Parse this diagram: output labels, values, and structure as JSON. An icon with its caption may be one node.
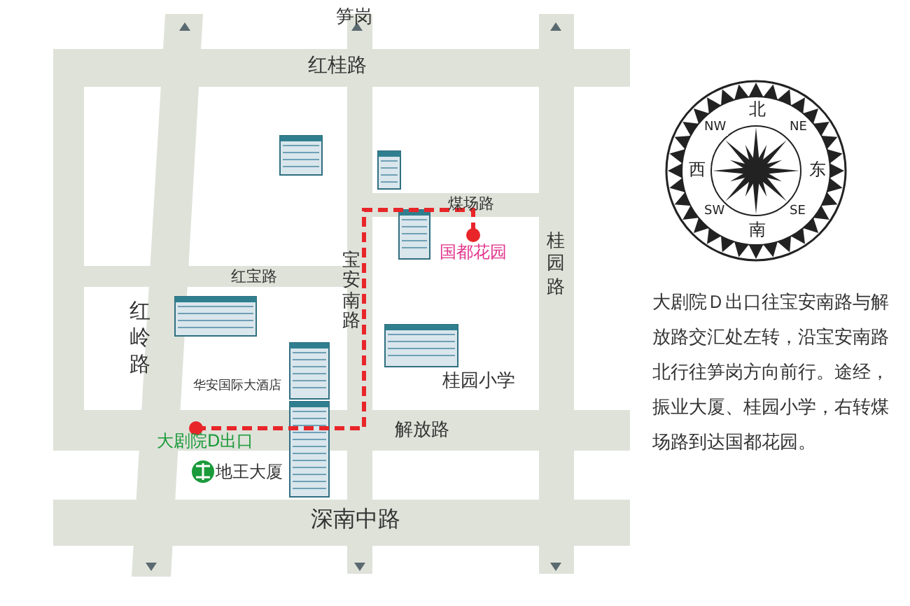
{
  "diagram": {
    "nodes": [
      {
        "text": [
          "大剧院D出口"
        ]
      },
      {
        "text": [
          "国都花园"
        ]
      }
    ],
    "edges": [
      {
        "from": 0,
        "to": 1,
        "arrow": "other",
        "style": "dashed",
        "color": "#e8262a"
      }
    ],
    "labels": [
      "笋岗",
      "红桂路",
      "煤场路",
      "桂园路",
      "红宝路",
      "宝安南路",
      "红岭路",
      "华安国际大酒店",
      "桂园小学",
      "解放路",
      "地王大厦",
      "深南中路",
      "北",
      "NW",
      "NE",
      "西",
      "东",
      "SW",
      "SE",
      "南",
      "大剧院Ｄ出口往宝安南路与解放路交汇处左转，沿宝安南路北行往笋岗方向前行。途经，振业大厦、桂园小学，右转煤场路到达国都花园。"
    ]
  }
}
